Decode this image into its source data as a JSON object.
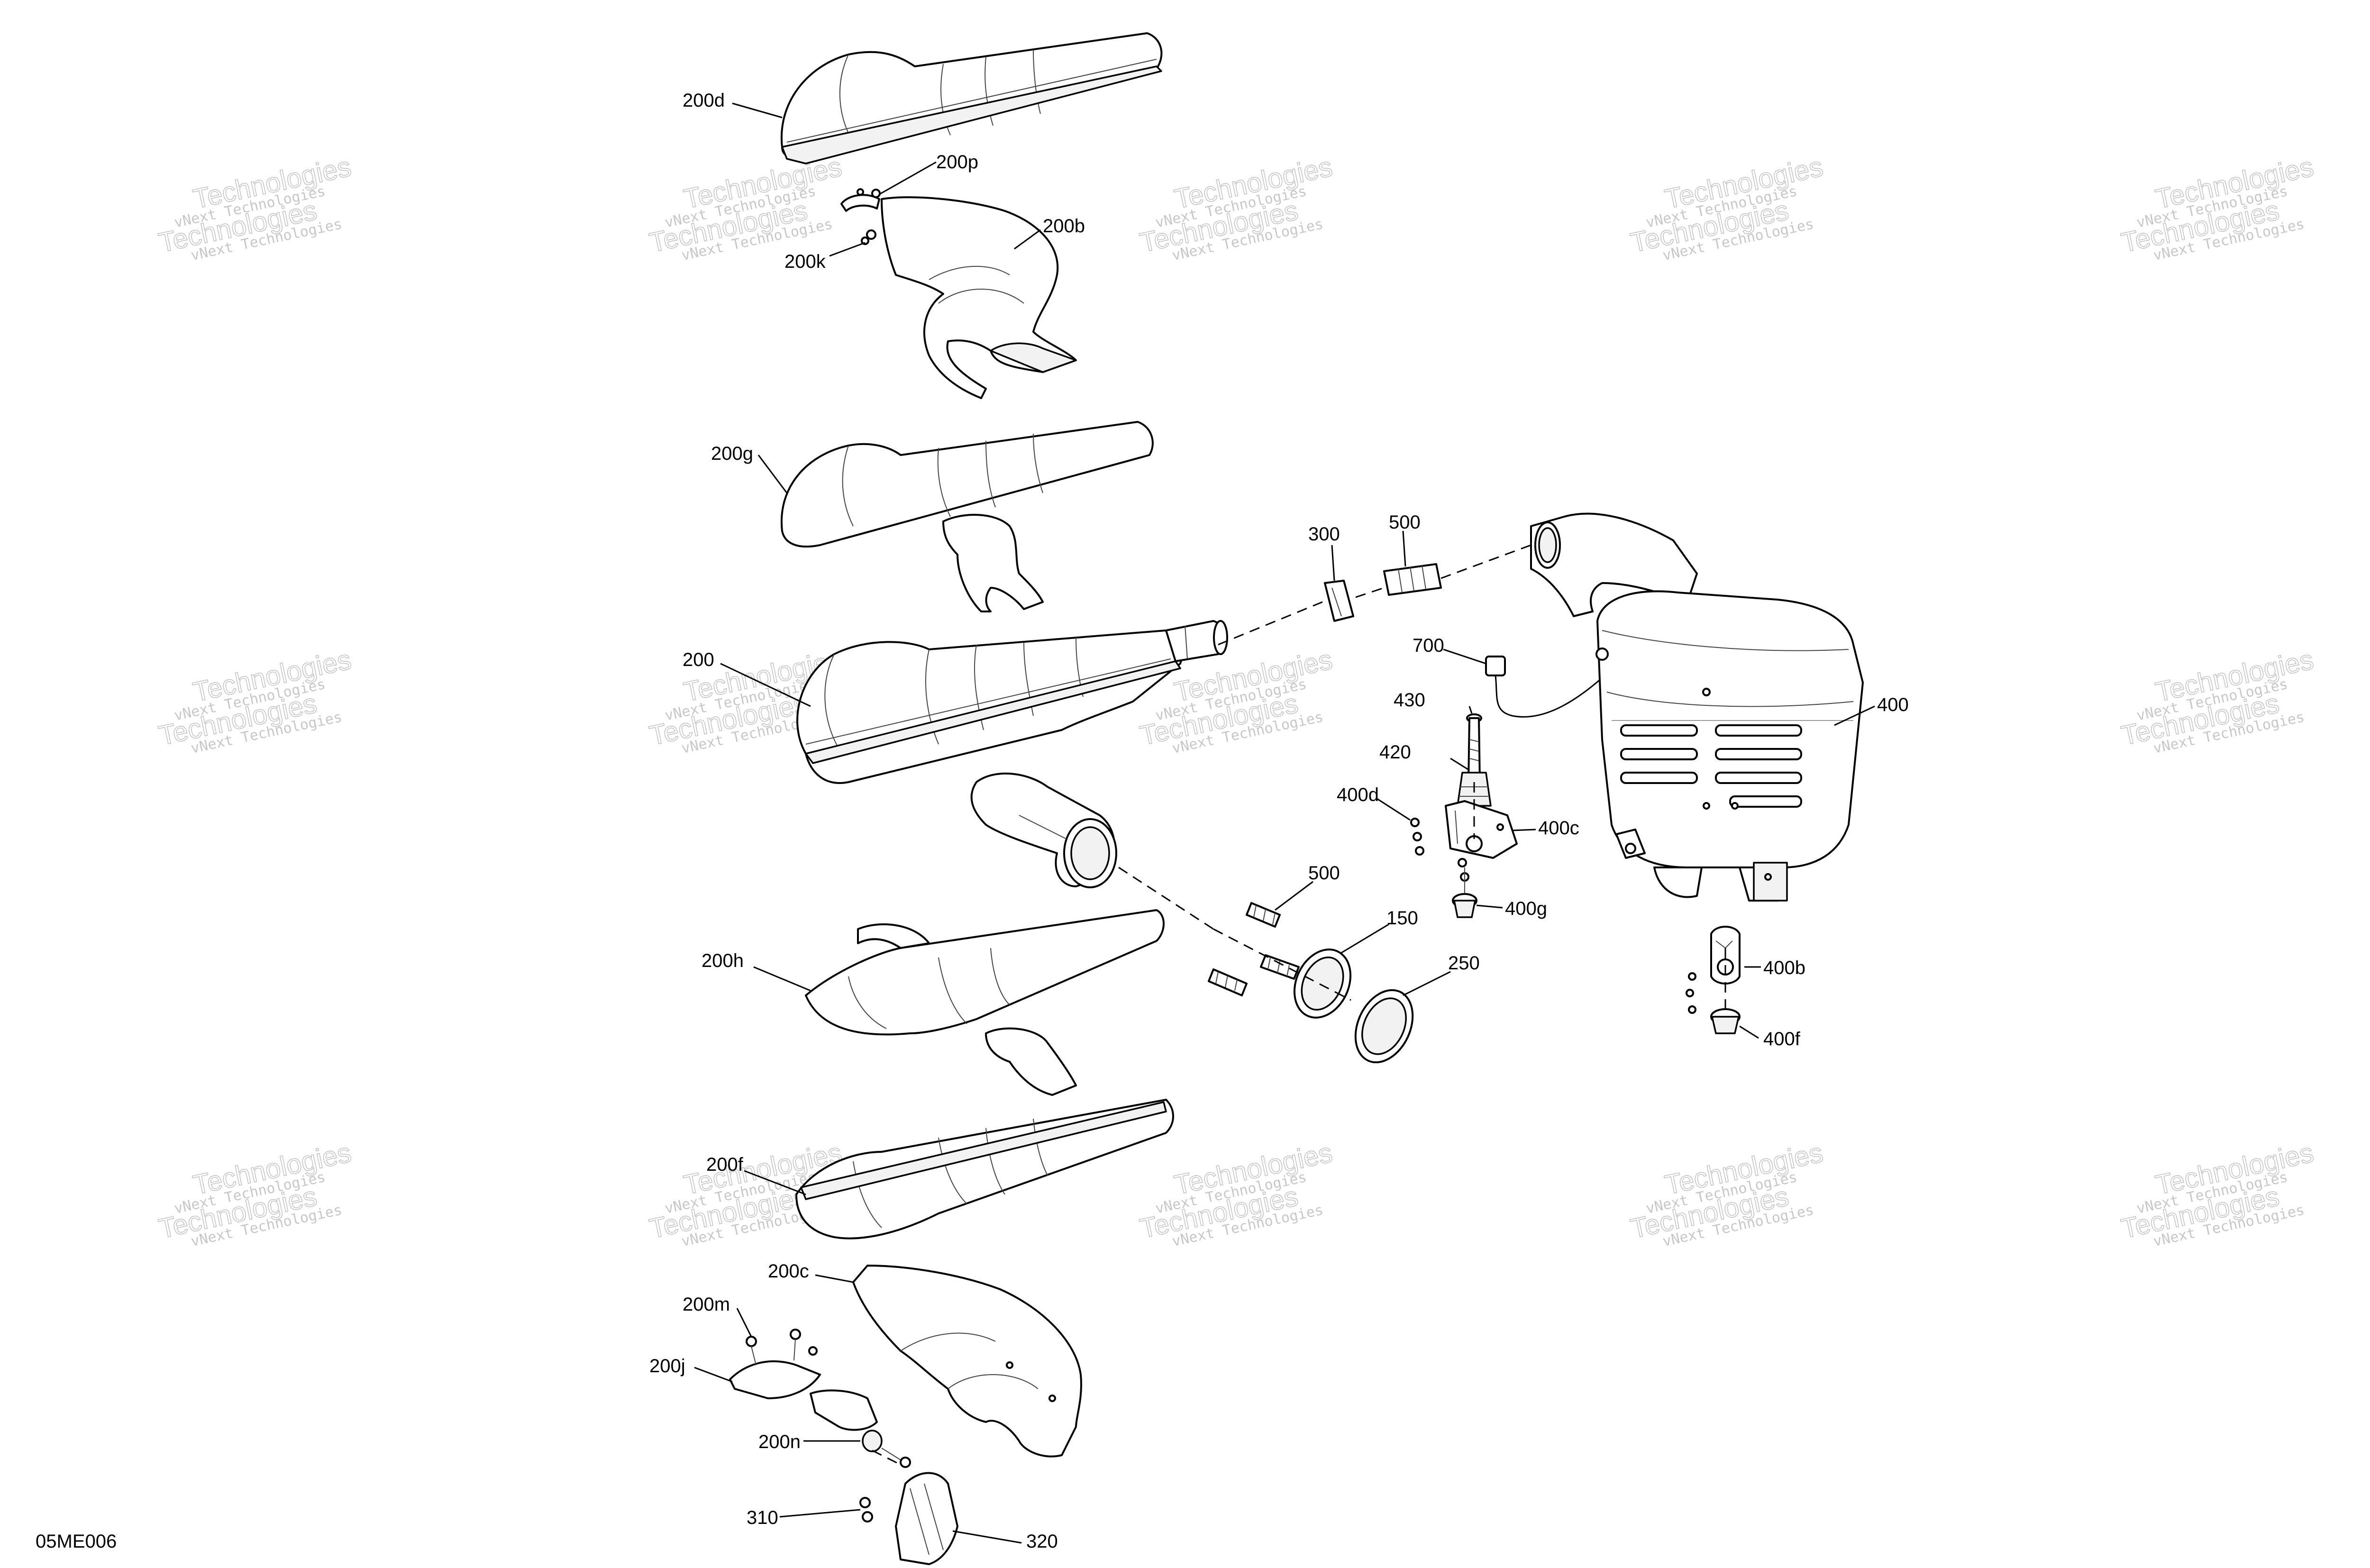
{
  "diagram_id": "05ME006",
  "watermark": {
    "line1": "vNext Technologies",
    "line2": "Technologies"
  },
  "labels": {
    "l200d": "200d",
    "l200p": "200p",
    "l200b": "200b",
    "l200k": "200k",
    "l200g": "200g",
    "l300": "300",
    "l500a": "500",
    "l700": "700",
    "l430": "430",
    "l200": "200",
    "l420": "420",
    "l400": "400",
    "l400d": "400d",
    "l400c": "400c",
    "l500b": "500",
    "l400g": "400g",
    "l150": "150",
    "l250": "250",
    "l200h": "200h",
    "l400b": "400b",
    "l400f": "400f",
    "l200f": "200f",
    "l200c": "200c",
    "l200m": "200m",
    "l200j": "200j",
    "l200n": "200n",
    "l310": "310",
    "l320": "320"
  }
}
